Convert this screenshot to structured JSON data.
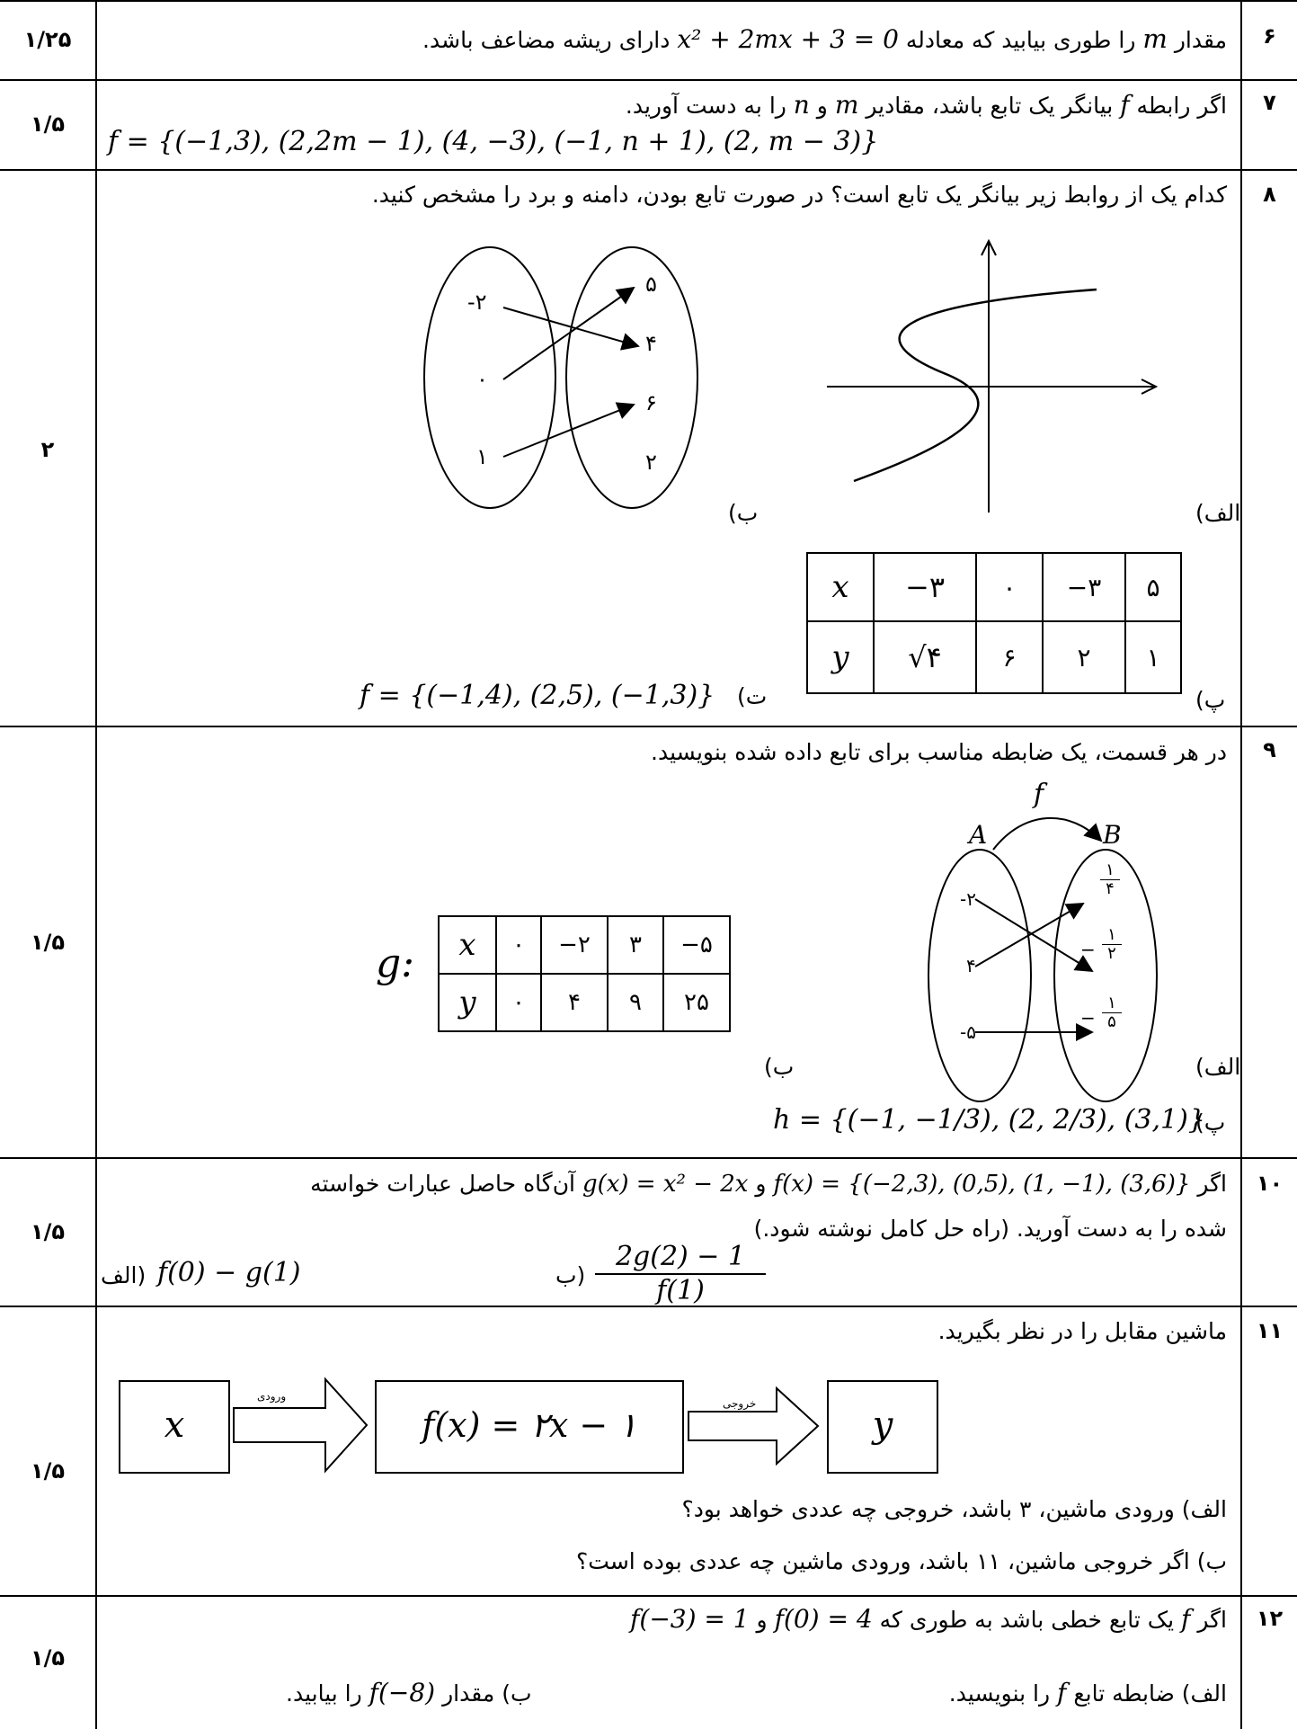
{
  "rows": [
    {
      "number": "۶",
      "score": "۱/۲۵",
      "text_a": "مقدار",
      "text_b": "را طوری بیابید که معادله",
      "equation": "x² + 2mx + 3 = 0",
      "text_c": "دارای ریشه مضاعف باشد.",
      "var_m": "m"
    },
    {
      "number": "۷",
      "score": "۱/۵",
      "text_a": "اگر رابطه",
      "var_f": "f",
      "text_b": "بیانگر یک تابع باشد، مقادیر",
      "var_m": "m",
      "text_and": "و",
      "var_n": "n",
      "text_c": "را به دست آورید.",
      "relation": "f = {(−1,3), (2,2m − 1), (4, −3), (−1, n + 1), (2, m − 3)}"
    },
    {
      "number": "۸",
      "score": "۲",
      "question": "کدام یک از روابط زیر بیانگر یک تابع است؟ در صورت تابع بودن، دامنه و برد را مشخص کنید.",
      "label_alef": "الف)",
      "label_be": "ب)",
      "label_pe": "پ)",
      "label_te": "ت)",
      "diagram_left": [
        "-۲",
        "۰",
        "۱"
      ],
      "diagram_right": [
        "۵",
        "۴",
        "۶",
        "۲"
      ],
      "table": {
        "x_label": "x",
        "y_label": "y",
        "x": [
          "−۳",
          "۰",
          "−۳",
          "۵"
        ],
        "y": [
          "√۴",
          "۶",
          "۲",
          "۱"
        ]
      },
      "set_f": "f = {(−1,4), (2,5), (−1,3)}"
    },
    {
      "number": "۹",
      "score": "۱/۵",
      "question": "در هر قسمت، یک ضابطه مناسب برای تابع داده شده بنویسید.",
      "label_alef": "الف)",
      "label_be": "ب)",
      "label_pe": "پ)",
      "map_name": "f",
      "set_a": "A",
      "set_b": "B",
      "diagram_left": [
        "-۲",
        "۴",
        "-۵"
      ],
      "diagram_right_num": [
        "۱",
        "۱",
        "۱"
      ],
      "diagram_right_den": [
        "۴",
        "۲",
        "۵"
      ],
      "minus": "−",
      "g_label": "g:",
      "table": {
        "x_label": "x",
        "y_label": "y",
        "x": [
          "۰",
          "−۲",
          "۳",
          "−۵"
        ],
        "y": [
          "۰",
          "۴",
          "۹",
          "۲۵"
        ]
      },
      "h_set": "h = {(−1, −1/3), (2, 2/3), (3,1)}"
    },
    {
      "number": "۱۰",
      "score": "۱/۵",
      "text_a": "اگر",
      "f_def": "f(x) = {(−2,3), (0,5), (1, −1), (3,6)}",
      "text_and": "و",
      "g_def": "g(x) = x² − 2x",
      "text_b": "آن‌گاه حاصل عبارات خواسته",
      "text_c": "شده را به دست آورید. (راه حل کامل نوشته شود.)",
      "part_alef_label": "(الف",
      "part_alef_expr": "f(0) − g(1)",
      "part_be_label": "(ب",
      "part_be_num": "2g(2) − 1",
      "part_be_den": "f(1)"
    },
    {
      "number": "۱۱",
      "score": "۱/۵",
      "question": "ماشین مقابل را در نظر بگیرید.",
      "input_box": "x",
      "input_arrow": "ورودی",
      "function_box": "f(x) = ۲x − ۱",
      "output_arrow": "خروجی",
      "output_box": "y",
      "part_alef": "الف) ورودی ماشین، ۳ باشد، خروجی چه عددی خواهد بود؟",
      "part_be": "ب) اگر خروجی ماشین، ۱۱ باشد، ورودی ماشین چه عددی بوده است؟"
    },
    {
      "number": "۱۲",
      "score": "۱/۵",
      "text_a": "اگر",
      "var_f": "f",
      "text_b": "یک تابع خطی باشد به طوری که",
      "cond1": "f(0) = 4",
      "text_and": "و",
      "cond2": "f(−3) = 1",
      "part_alef_a": "الف) ضابطه تابع",
      "part_alef_b": "را بنویسید.",
      "part_be_a": "ب) مقدار",
      "part_be_expr": "f(−8)",
      "part_be_b": "را بیابید."
    }
  ]
}
